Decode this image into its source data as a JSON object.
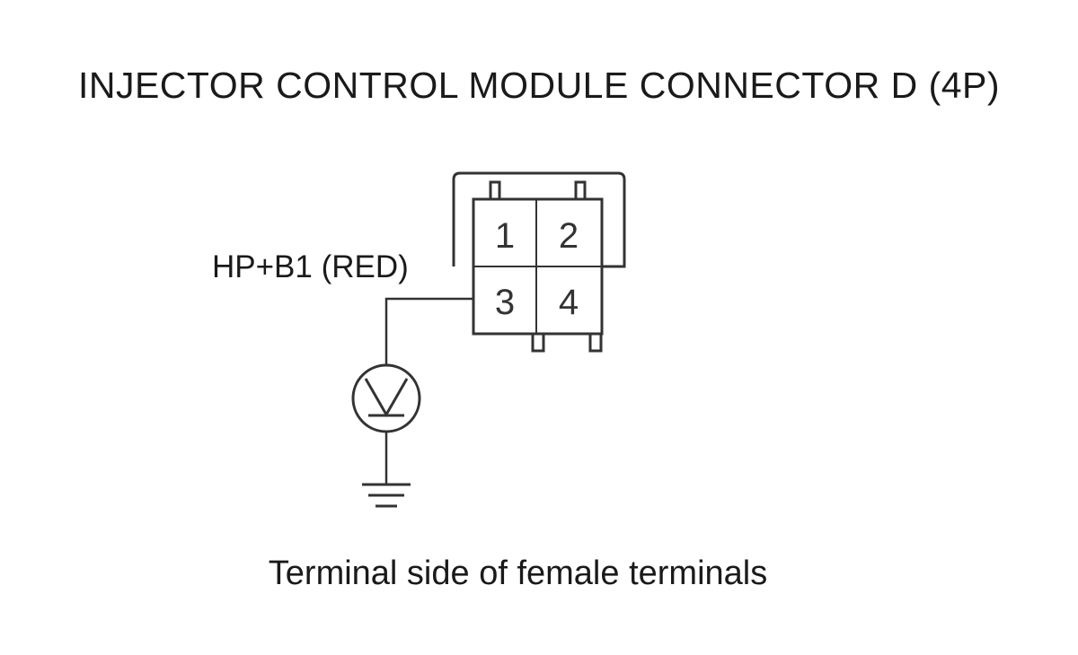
{
  "diagram": {
    "title": "INJECTOR CONTROL MODULE CONNECTOR D (4P)",
    "wire_label": "HP+B1 (RED)",
    "caption": "Terminal side of female terminals",
    "pins": [
      "1",
      "2",
      "3",
      "4"
    ],
    "icons": {
      "meter": "voltmeter-icon",
      "ground": "ground-icon"
    }
  }
}
